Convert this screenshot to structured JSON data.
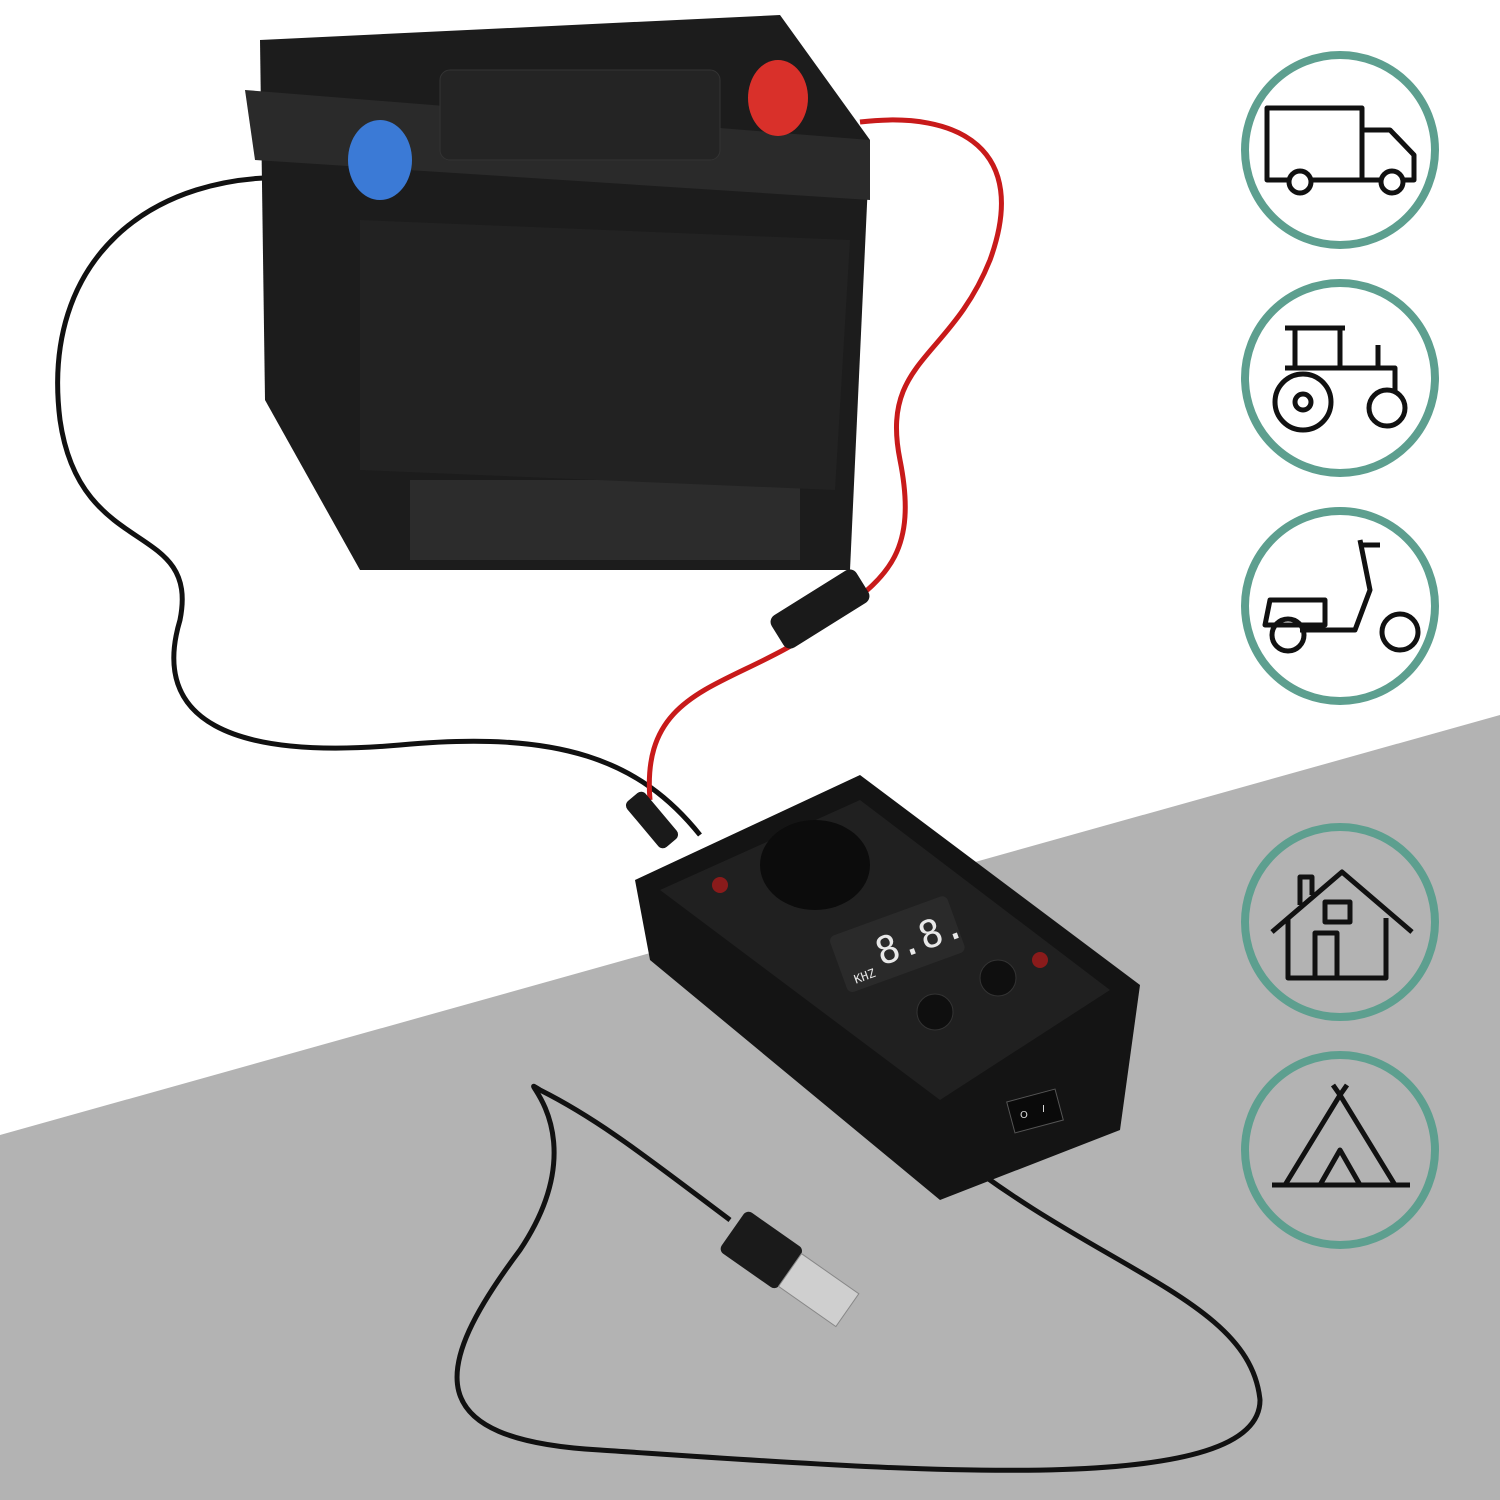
{
  "display": {
    "reading": "8.8.",
    "unit": "KHZ"
  },
  "switch": {
    "on_mark": "I",
    "off_mark": "O"
  },
  "icons": [
    "truck-icon",
    "tractor-icon",
    "scooter-icon",
    "house-icon",
    "tent-icon"
  ],
  "colors": {
    "teal_ring": "#5d9f8f",
    "floor_gray": "#b3b3b3",
    "battery": "#1c1c1c",
    "positive_terminal": "#d9302a",
    "negative_terminal": "#3b7ad6",
    "red_wire": "#c81a1a"
  }
}
